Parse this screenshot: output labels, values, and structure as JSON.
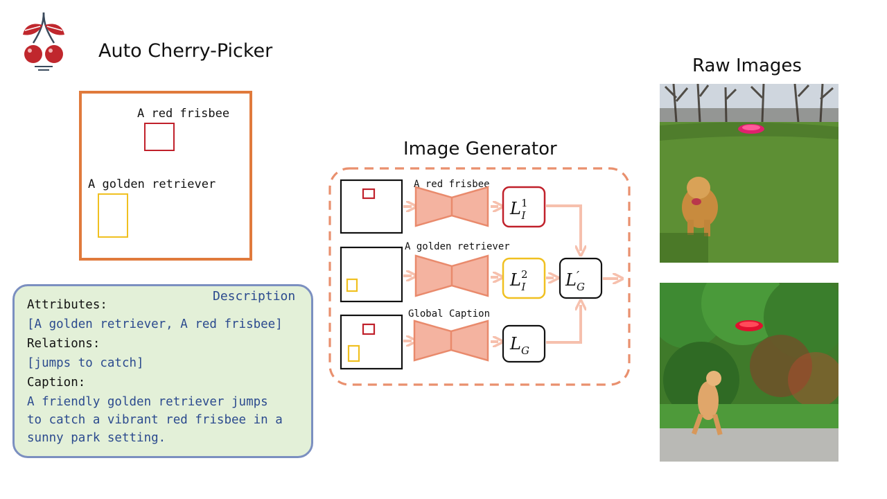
{
  "header": {
    "app_title": "Auto Cherry-Picker"
  },
  "layout_panel": {
    "frisbee_label": "A red frisbee",
    "retriever_label": "A golden retriever",
    "colors": {
      "border": "#e07a3c",
      "frisbee": "#c0202a",
      "retriever": "#f0c020"
    }
  },
  "description": {
    "title": "Description",
    "attributes_heading": "Attributes:",
    "attributes_value": "[A golden retriever, A red frisbee]",
    "relations_heading": "Relations:",
    "relations_value": "[jumps to catch]",
    "caption_heading": "Caption:",
    "caption_lines": [
      "A friendly golden retriever jumps",
      "to catch a vibrant red frisbee in a",
      "sunny park setting."
    ]
  },
  "generator": {
    "title": "Image Generator",
    "rows": [
      {
        "label": "A red frisbee"
      },
      {
        "label": "A golden retriever"
      },
      {
        "label": "Global Caption"
      }
    ],
    "losses": {
      "frisbee": {
        "base": "L",
        "sup": "1",
        "sub": "I"
      },
      "retriever": {
        "base": "L",
        "sup": "2",
        "sub": "I"
      },
      "global": {
        "base": "L",
        "sub": "G"
      },
      "combined": {
        "base": "L",
        "prime": "′",
        "sub": "G"
      }
    },
    "colors": {
      "network": "#f4b3a0",
      "network_stroke": "#e98a6c",
      "dashed_border": "#e9906e",
      "arrow": "#f6c0ad"
    }
  },
  "raw_images": {
    "title": "Raw Images"
  }
}
